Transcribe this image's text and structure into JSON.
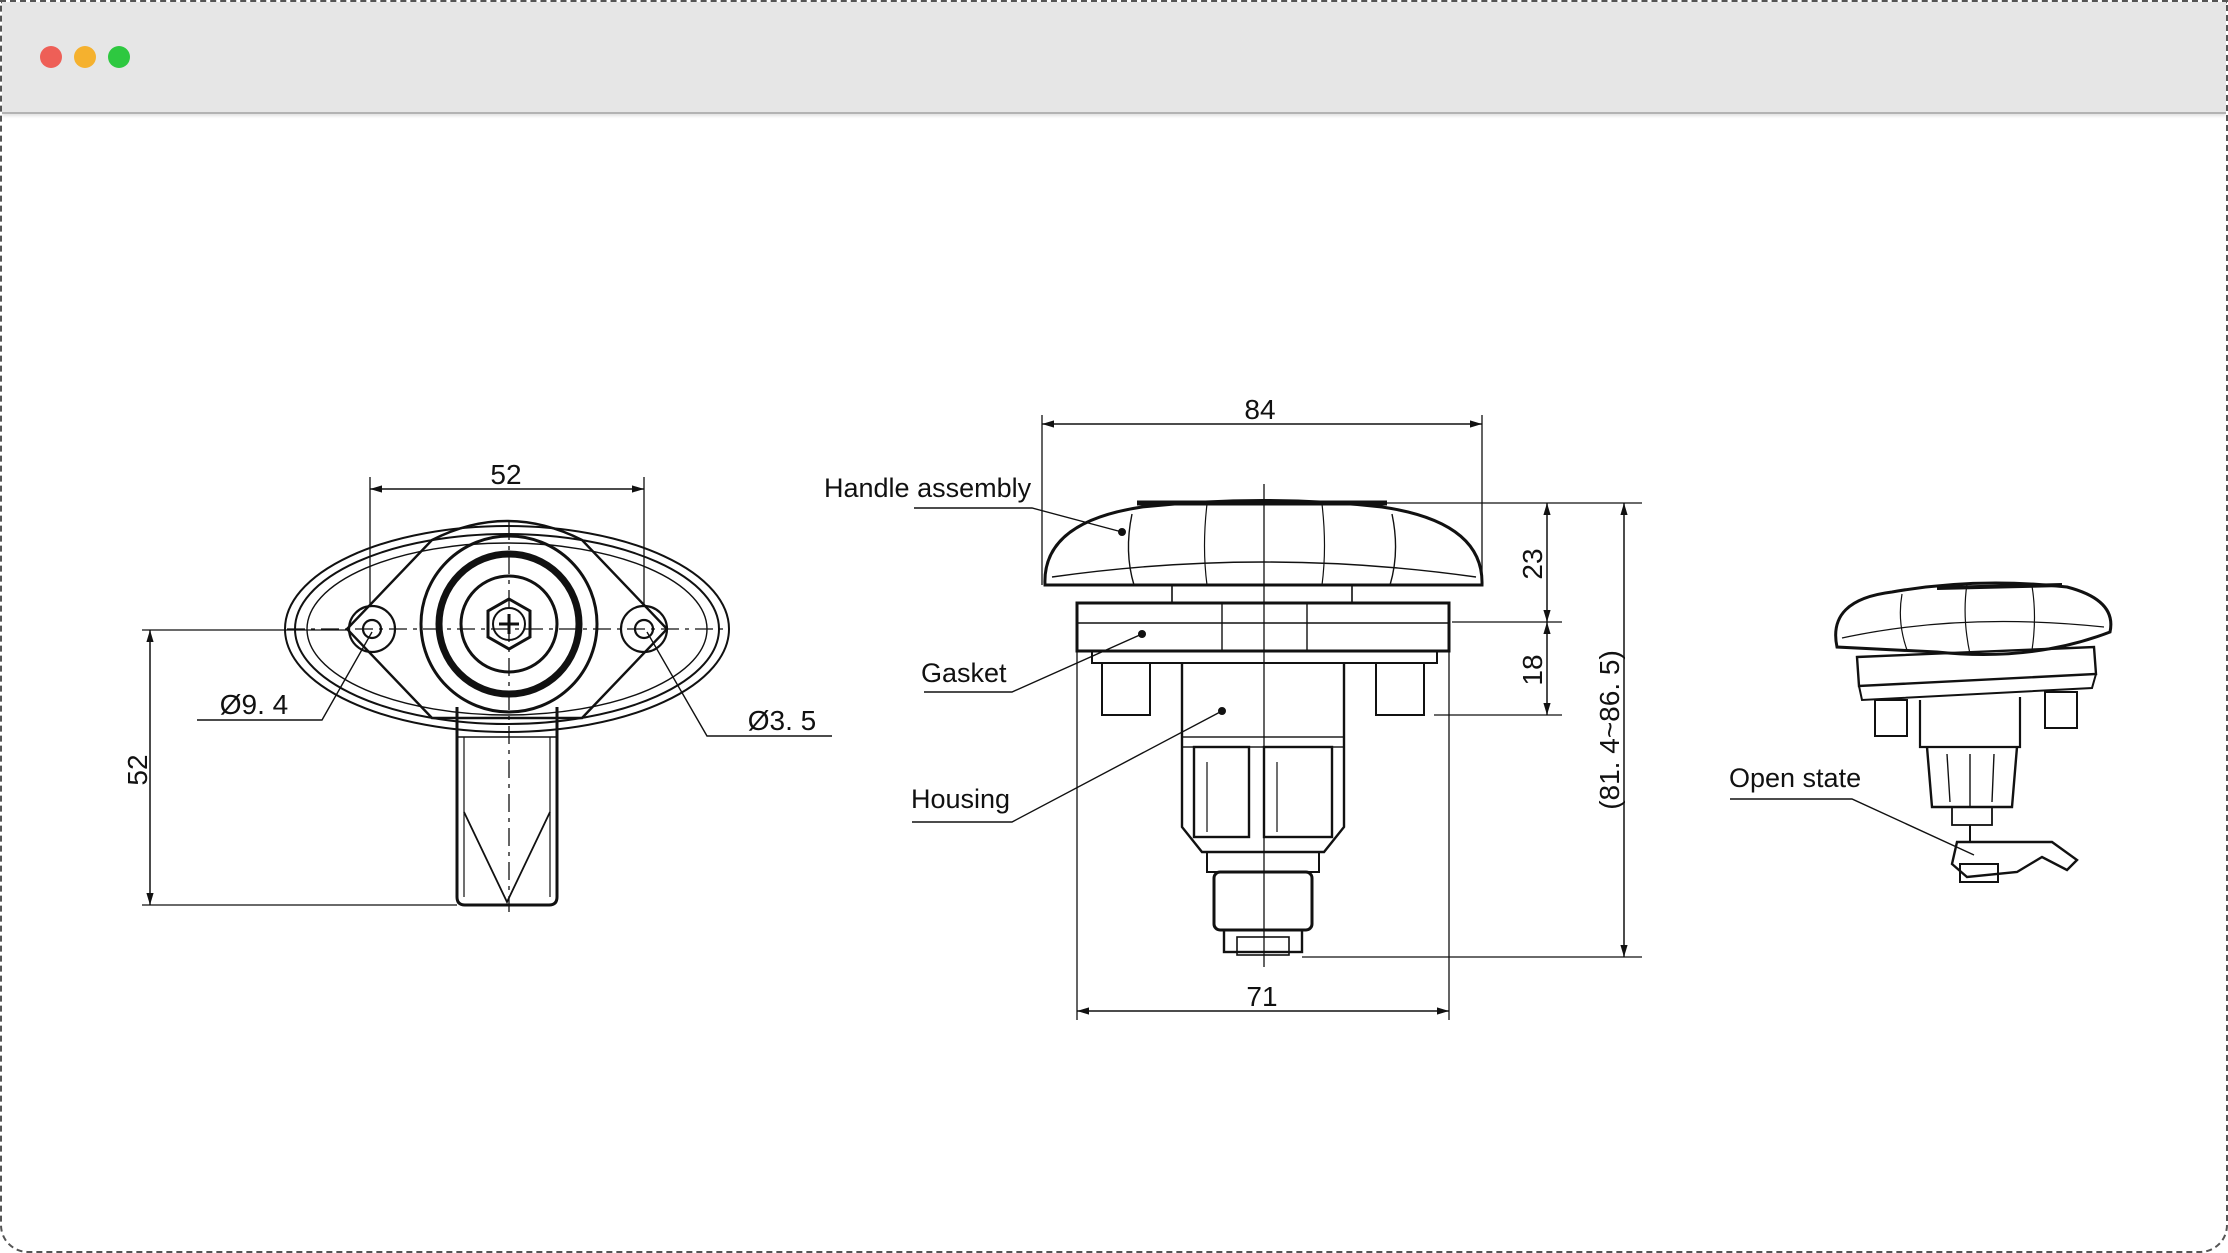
{
  "window": {
    "controls": [
      {
        "name": "close-button",
        "color": "#ee5f57"
      },
      {
        "name": "minimize-button",
        "color": "#f5b12e"
      },
      {
        "name": "maximize-button",
        "color": "#2ec840"
      }
    ]
  },
  "drawing": {
    "front_view": {
      "width_dim": "52",
      "height_dim": "52",
      "large_hole_dim": "Ø9. 4",
      "small_hole_dim": "Ø3. 5"
    },
    "side_view": {
      "top_width_dim": "84",
      "bottom_width_dim": "71",
      "handle_height_dim": "23",
      "gasket_height_dim": "18",
      "total_height_dim": "(81. 4~86. 5)",
      "label_handle": "Handle assembly",
      "label_gasket": "Gasket",
      "label_housing": "Housing"
    },
    "iso_view": {
      "label_open": "Open state"
    }
  }
}
